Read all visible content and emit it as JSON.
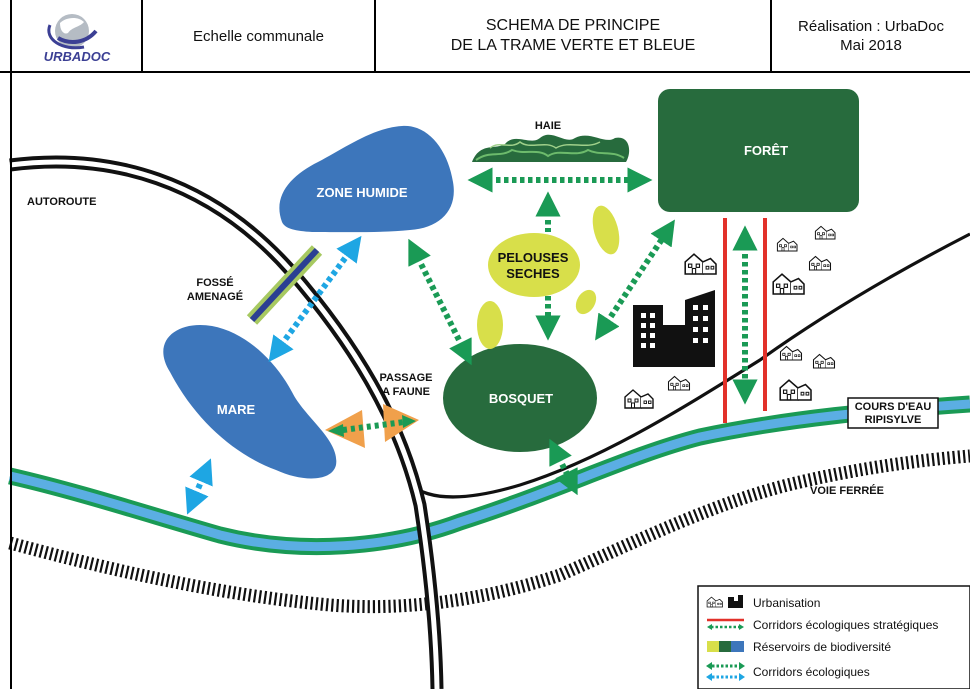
{
  "header": {
    "logo_text": "URBADOC",
    "scale": "Echelle communale",
    "title_line1": "SCHEMA DE PRINCIPE",
    "title_line2": "DE LA TRAME VERTE ET BLEUE",
    "credit_line1": "Réalisation : UrbaDoc",
    "credit_line2": "Mai 2018"
  },
  "labels": {
    "autoroute": "AUTOROUTE",
    "zone_humide": "ZONE HUMIDE",
    "haie": "HAIE",
    "foret": "FORÊT",
    "pelouses1": "PELOUSES",
    "pelouses2": "SECHES",
    "fosse1": "FOSSÉ",
    "fosse2": "AMENAGÉ",
    "passage1": "PASSAGE",
    "passage2": "A FAUNE",
    "mare": "MARE",
    "bosquet": "BOSQUET",
    "cours1": "COURS D'EAU",
    "cours2": "RIPISYLVE",
    "voie_ferree": "VOIE FERRÉE"
  },
  "legend": {
    "items": [
      {
        "key": "urbanisation",
        "label": "Urbanisation"
      },
      {
        "key": "strategic",
        "label": "Corridors écologiques stratégiques"
      },
      {
        "key": "reservoirs",
        "label": "Réservoirs de biodiversité"
      },
      {
        "key": "corridors",
        "label": "Corridors écologiques"
      }
    ]
  },
  "colors": {
    "blue_reservoir": "#3d76bb",
    "dark_green": "#276b3d",
    "lime": "#d8df4a",
    "corridor_green": "#1a9a55",
    "corridor_blue": "#1ea6e3",
    "river_blue": "#5baee3",
    "river_green": "#1a9a55",
    "strategic_red": "#e2312a",
    "orange": "#f0a04b",
    "ink": "#111111"
  },
  "icons": {
    "logo": "globe-logo-icon",
    "house": "house-icon",
    "buildings": "city-buildings-icon",
    "hedge": "hedge-icon"
  }
}
